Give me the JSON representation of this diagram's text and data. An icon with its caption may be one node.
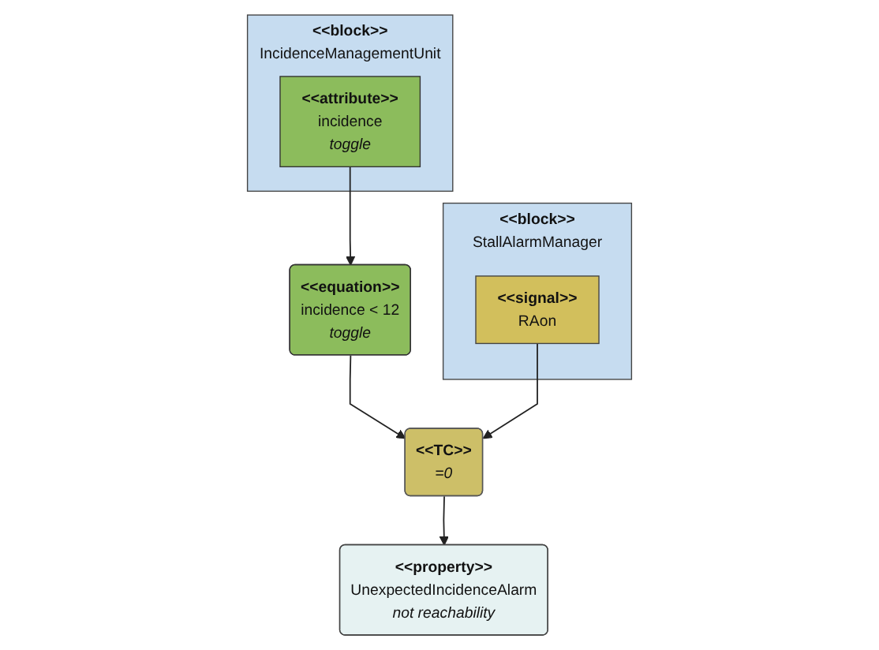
{
  "diagram": {
    "nodes": [
      {
        "text": [
          "<<block>>",
          "IncidenceManagementUnit"
        ]
      },
      {
        "text": [
          "<<attribute>>",
          "incidence",
          "toggle"
        ],
        "in": 0
      },
      {
        "text": [
          "<<equation>>",
          "incidence < 12",
          "toggle"
        ]
      },
      {
        "text": [
          "<<block>>",
          "StallAlarmManager"
        ]
      },
      {
        "text": [
          "<<signal>>",
          "RAon"
        ],
        "in": 3
      },
      {
        "text": [
          "<<TC>>",
          "=0"
        ]
      },
      {
        "text": [
          "<<property>>",
          "UnexpectedIncidenceAlarm",
          "not reachability"
        ]
      }
    ],
    "edges": [
      {
        "from": 1,
        "to": 2,
        "arrow": "to"
      },
      {
        "from": 2,
        "to": 5,
        "arrow": "to"
      },
      {
        "from": 4,
        "to": 5,
        "arrow": "to"
      },
      {
        "from": 5,
        "to": 6,
        "arrow": "to"
      }
    ]
  }
}
